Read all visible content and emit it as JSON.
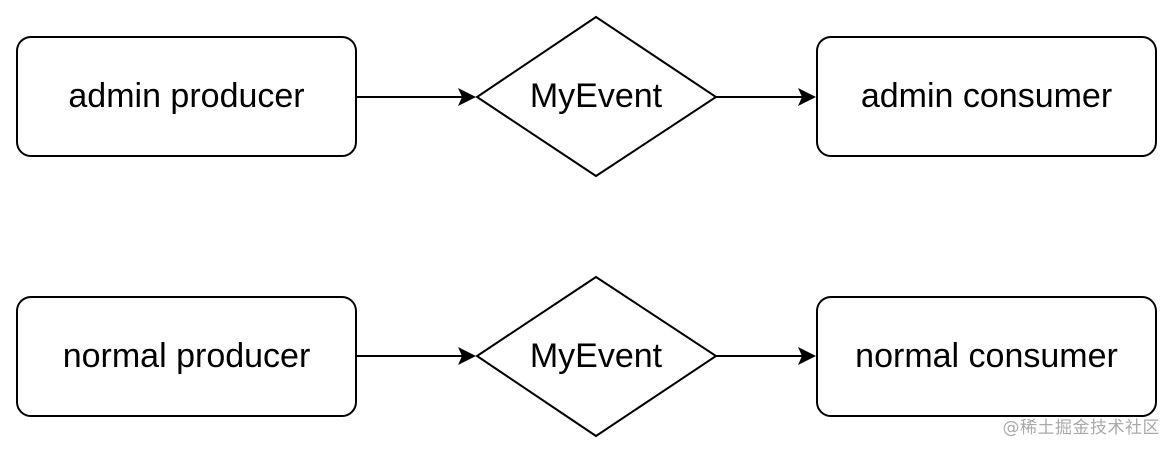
{
  "diagram": {
    "rows": [
      {
        "producer": "admin producer",
        "event": "MyEvent",
        "consumer": "admin consumer"
      },
      {
        "producer": "normal producer",
        "event": "MyEvent",
        "consumer": "normal consumer"
      }
    ]
  },
  "watermark": "@稀土掘金技术社区"
}
